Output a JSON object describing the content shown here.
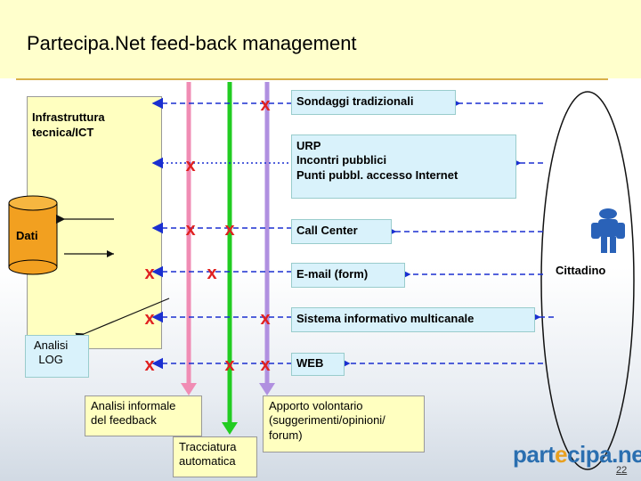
{
  "title": "Partecipa.Net feed-back management",
  "left_block": {
    "infra_line1": "Infrastruttura",
    "infra_line2": "tecnica/ICT",
    "dati": "Dati",
    "analisi_log_line1": "Analisi",
    "analisi_log_line2": "LOG"
  },
  "channels": {
    "sondaggi": "Sondaggi tradizionali",
    "urp_line1": "URP",
    "urp_line2": "Incontri pubblici",
    "urp_line3": "Punti pubbl. accesso Internet",
    "call_center": "Call Center",
    "email": "E-mail (form)",
    "sistema": "Sistema informativo multicanale",
    "web": "WEB"
  },
  "cittadino": "Cittadino",
  "bottom": {
    "analisi_informale_line1": "Analisi informale",
    "analisi_informale_line2": "del feedback",
    "tracciatura_line1": "Tracciatura",
    "tracciatura_line2": "automatica",
    "apporto_line1": "Apporto volontario",
    "apporto_line2": "(suggerimenti/opinioni/",
    "apporto_line3": "forum)"
  },
  "logo": {
    "part1": "part",
    "accent": "e",
    "part2": "cipa.net"
  },
  "page_number": "22",
  "colors": {
    "title_bg": "#ffffcc",
    "pink_line": "#f08cb4",
    "green_line": "#22cc22",
    "purple_line": "#b090e0",
    "arrow_blue": "#1a2fd0",
    "cross_red": "#e02020",
    "channel_box": "#d9f2fb",
    "yellow_box": "#ffffc0"
  }
}
